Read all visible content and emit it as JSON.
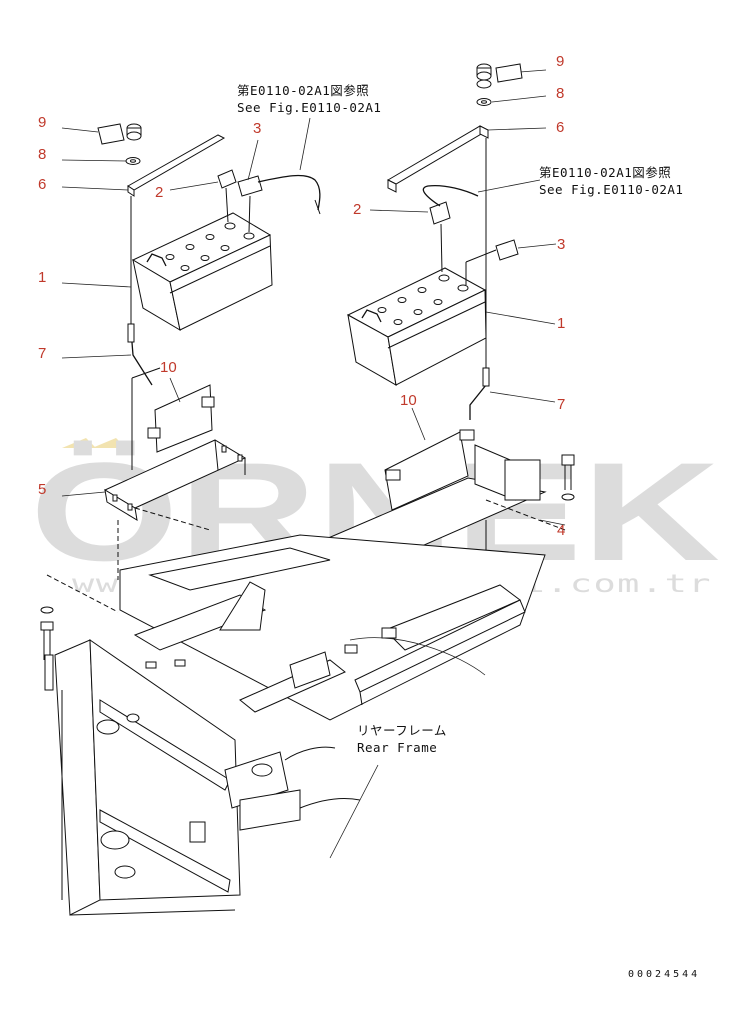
{
  "watermark": {
    "brand": "ÖRNEK",
    "url": "www.orneksmakinalari.com.tr",
    "color": "#dcdcdc",
    "accent": "#f2e3b0"
  },
  "notes": {
    "left_ref_jp": "第E0110-02A1図参照",
    "left_ref_en": "See Fig.E0110-02A1",
    "right_ref_jp": "第E0110-02A1図参照",
    "right_ref_en": "See Fig.E0110-02A1",
    "frame_jp": "リヤーフレーム",
    "frame_en": "Rear Frame"
  },
  "callouts": {
    "l9": "9",
    "l8": "8",
    "l6": "6",
    "l3": "3",
    "l2": "2",
    "l1": "1",
    "l7": "7",
    "l10": "10",
    "l5": "5",
    "r9": "9",
    "r8": "8",
    "r6": "6",
    "r2": "2",
    "r3": "3",
    "r1": "1",
    "r10": "10",
    "r7": "7",
    "r4": "4"
  },
  "callout_color": "#c0392b",
  "doc_number": "00024544"
}
